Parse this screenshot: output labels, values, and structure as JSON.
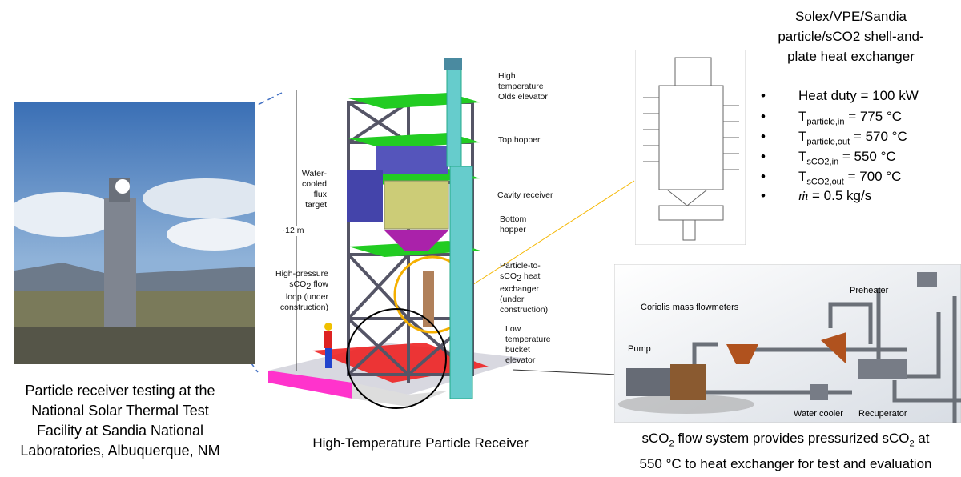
{
  "left_caption": [
    "Particle receiver testing at the",
    "National Solar Thermal Test",
    "Facility at Sandia National",
    "Laboratories, Albuquerque, NM"
  ],
  "center_caption": "High-Temperature Particle Receiver",
  "tower_labels": {
    "olds_elevator": [
      "High",
      "temperature",
      "Olds elevator"
    ],
    "top_hopper": "Top hopper",
    "flux_target": [
      "Water-",
      "cooled flux",
      "target"
    ],
    "cavity_receiver": "Cavity receiver",
    "bottom_hopper": [
      "Bottom",
      "hopper"
    ],
    "height": "~12 m",
    "flow_loop": [
      "High-pressure",
      "sCO",
      "2",
      " flow",
      "loop (under",
      "construction)"
    ],
    "heat_exchanger": [
      "Particle-to-",
      "sCO",
      "2",
      " heat",
      "exchanger",
      "(under",
      "construction)"
    ],
    "bucket_elevator": [
      "Low",
      "temperature",
      "bucket",
      "elevator"
    ]
  },
  "hx_title": [
    "Solex/VPE/Sandia",
    "particle/sCO2 shell-and-",
    "plate heat exchanger"
  ],
  "hx_specs": [
    {
      "pre": "Heat duty = 100 kW",
      "sub": "",
      "post": ""
    },
    {
      "pre": "T",
      "sub": "particle,in",
      "post": " = 775 °C"
    },
    {
      "pre": "T",
      "sub": "particle,out",
      "post": " = 570 °C"
    },
    {
      "pre": "T",
      "sub": "sCO2,in",
      "post": " = 550 °C"
    },
    {
      "pre": "T",
      "sub": "sCO2,out",
      "post": " = 700 °C"
    },
    {
      "pre": "ṁ",
      "sub": "",
      "post": " = 0.5 kg/s"
    }
  ],
  "bullet": "•",
  "flow_labels": {
    "pump": "Pump",
    "coriolis": "Coriolis mass flowmeters",
    "preheater": "Preheater",
    "water_cooler": "Water cooler",
    "recuperator": "Recuperator"
  },
  "right_caption": {
    "l1a": "sCO",
    "l1b": "2",
    "l1c": " flow system provides pressurized sCO",
    "l1d": "2",
    "l1e": " at",
    "line2": "550 °C to heat exchanger for test and evaluation"
  }
}
